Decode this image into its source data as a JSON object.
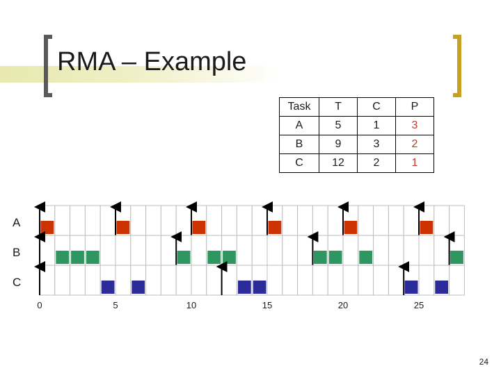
{
  "slide": {
    "title": "RMA – Example",
    "number": "24"
  },
  "table": {
    "headers": [
      "Task",
      "T",
      "C",
      "P"
    ],
    "rows": [
      [
        "A",
        "5",
        "1",
        "3"
      ],
      [
        "B",
        "9",
        "3",
        "2"
      ],
      [
        "C",
        "12",
        "2",
        "1"
      ]
    ]
  },
  "chart_data": {
    "type": "gantt",
    "time_range": [
      0,
      28
    ],
    "x_ticks": [
      "0",
      "5",
      "10",
      "15",
      "20",
      "25"
    ],
    "x_tick_values": [
      0,
      5,
      10,
      15,
      20,
      25
    ],
    "tasks": [
      {
        "label": "A",
        "color": "#cc3300",
        "arrivals": [
          0,
          5,
          10,
          15,
          20,
          25
        ],
        "executions": [
          0,
          5,
          10,
          15,
          20,
          25
        ]
      },
      {
        "label": "B",
        "color": "#2e9660",
        "arrivals": [
          0,
          9,
          18,
          27
        ],
        "executions": [
          1,
          2,
          3,
          9,
          11,
          12,
          18,
          19,
          21,
          27
        ]
      },
      {
        "label": "C",
        "color": "#2b2b99",
        "arrivals": [
          0,
          12,
          24
        ],
        "executions": [
          4,
          6,
          13,
          14,
          24,
          26
        ]
      }
    ],
    "highlight_column": 3,
    "highlight_color": "#c0392b"
  }
}
